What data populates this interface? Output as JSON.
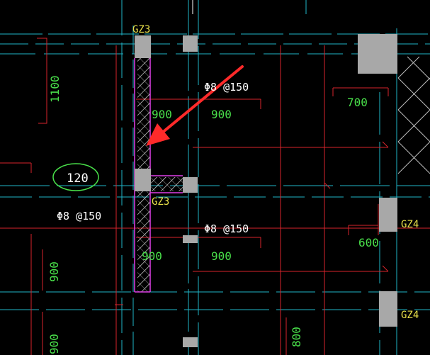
{
  "colors": {
    "background": "#000000",
    "cyan": "#1fb6c9",
    "red": "#d8242b",
    "magenta": "#e040e8",
    "green": "#49e04a",
    "yellow": "#e9e04a",
    "white": "#ffffff",
    "gray": "#a8a8a8",
    "hatch": "#d8d8d8"
  },
  "labels": {
    "gz3_top": "GZ3",
    "gz3_mid": "GZ3",
    "gz4_upper": "GZ4",
    "gz4_lower": "GZ4",
    "rebar_top_right": "Φ8 @150",
    "rebar_left": "Φ8 @150",
    "rebar_mid_right": "Φ8 @150",
    "dim_900_a": "900",
    "dim_900_b": "900",
    "dim_900_c": "900",
    "dim_900_d": "900",
    "dim_700": "700",
    "dim_600": "600",
    "dim_1100": "1100",
    "dim_900_vert_a": "900",
    "dim_900_vert_b": "900",
    "dim_800_vert": "800",
    "wall_thickness": "120"
  }
}
